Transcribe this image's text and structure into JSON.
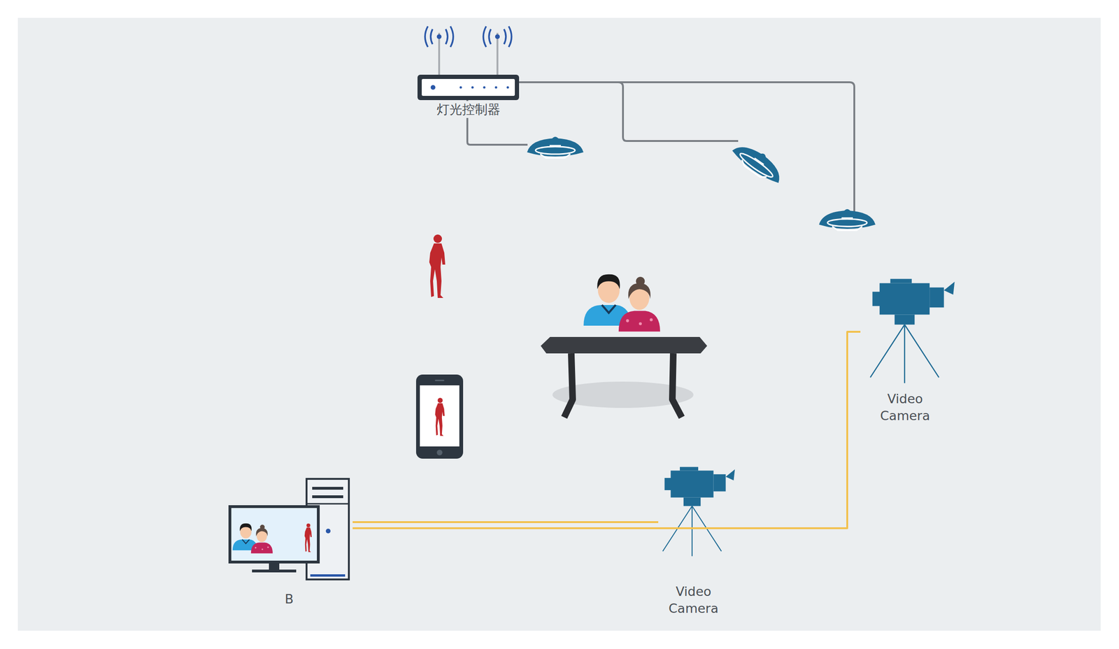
{
  "diagram": {
    "nodes": [
      {
        "text": [
          "灯光控制器"
        ]
      },
      {
        "text": [
          "Video Camera"
        ]
      },
      {
        "text": [
          "Video Camera"
        ]
      },
      {
        "text": [
          "B"
        ]
      }
    ],
    "edges": [
      {
        "from": 1,
        "to": 3,
        "arrow": "none"
      },
      {
        "from": 2,
        "to": 3,
        "arrow": "none"
      }
    ]
  }
}
